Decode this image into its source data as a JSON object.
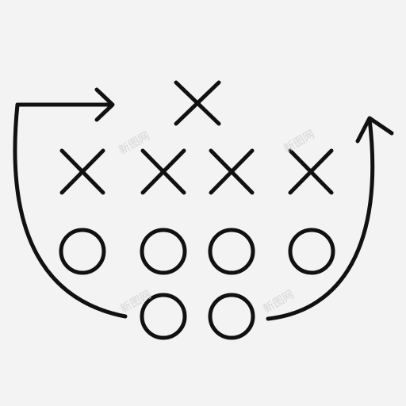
{
  "icon": {
    "name": "football-play-strategy-icon",
    "stroke_color": "#111111",
    "background_color": "#f3f3f3"
  },
  "watermarks": [
    {
      "text": "新图网"
    },
    {
      "text": "新图网"
    },
    {
      "text": "新图网"
    },
    {
      "text": "新图网"
    }
  ]
}
